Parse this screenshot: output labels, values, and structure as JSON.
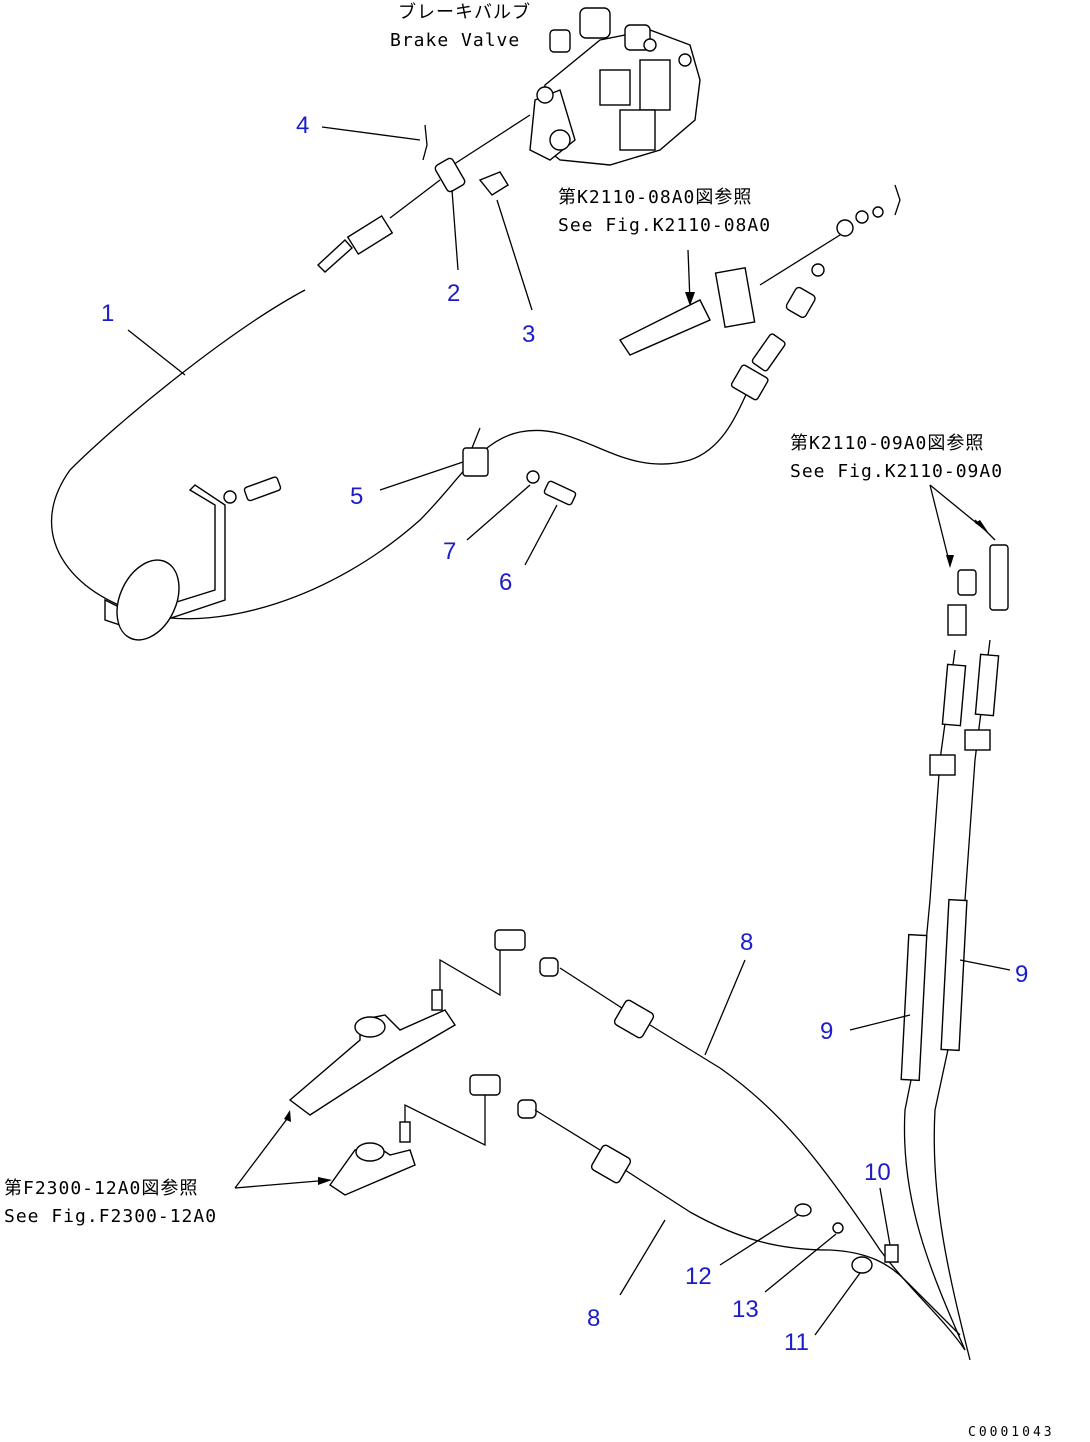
{
  "diagram": {
    "notes": {
      "brake_valve_jp": "ブレーキバルブ",
      "brake_valve_en": "Brake Valve",
      "ref1_jp": "第K2110-08A0図参照",
      "ref1_en": "See Fig.K2110-08A0",
      "ref2_jp": "第K2110-09A0図参照",
      "ref2_en": "See Fig.K2110-09A0",
      "ref3_jp": "第F2300-12A0図参照",
      "ref3_en": "See Fig.F2300-12A0"
    },
    "part_numbers": [
      "1",
      "2",
      "3",
      "4",
      "5",
      "6",
      "7",
      "8",
      "8",
      "9",
      "9",
      "10",
      "11",
      "12",
      "13"
    ],
    "drawing_code": "C0001043"
  }
}
